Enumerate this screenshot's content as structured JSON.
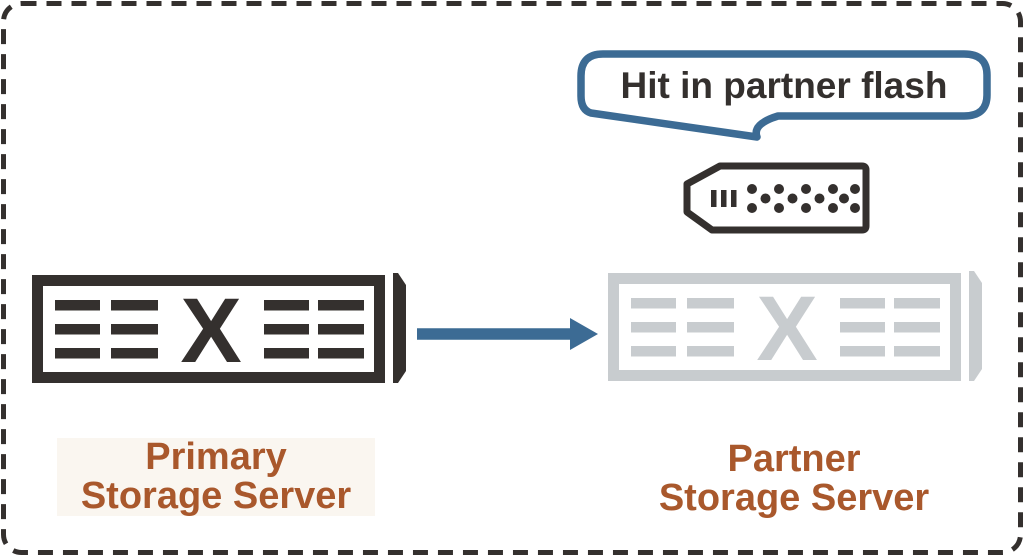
{
  "callout": {
    "text": "Hit in partner flash"
  },
  "servers": {
    "icon_glyph": "X",
    "primary": {
      "label_line1": "Primary",
      "label_line2": "Storage Server"
    },
    "partner": {
      "label_line1": "Partner",
      "label_line2": "Storage Server"
    }
  },
  "icons": {
    "flash_card": "flash-card-icon",
    "primary_server": "storage-server-icon",
    "partner_server": "storage-server-icon",
    "arrow": "right-arrow-icon"
  },
  "colors": {
    "accent_blue": "#3c6b94",
    "ink_dark": "#34302e",
    "muted_gray": "#c8cccf",
    "label_brown": "#a9582c",
    "label_highlight": "#faf6f0",
    "border_dash": "#34302e",
    "background": "#ffffff"
  }
}
